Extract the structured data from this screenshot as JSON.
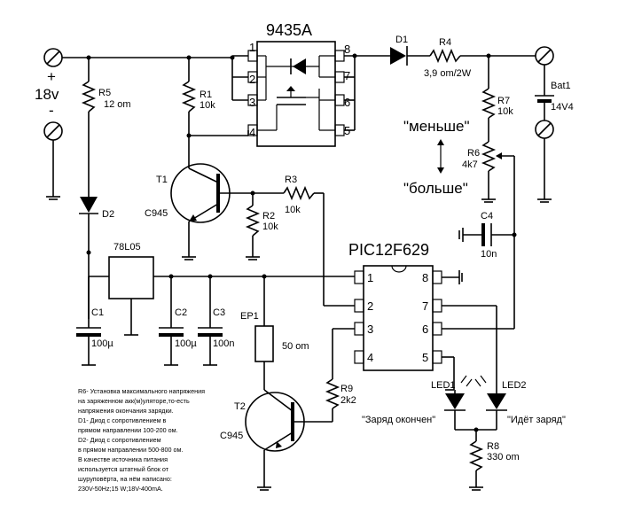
{
  "supply": {
    "plus": "+",
    "minus": "-",
    "voltage": "18v"
  },
  "mosfet": {
    "name": "9435A",
    "pins": [
      "1",
      "2",
      "3",
      "4",
      "5",
      "6",
      "7",
      "8"
    ]
  },
  "mcu": {
    "name": "PIC12F629",
    "pins": [
      "1",
      "2",
      "3",
      "4",
      "5",
      "6",
      "7",
      "8"
    ]
  },
  "regulator": {
    "name": "78L05"
  },
  "components": {
    "R1": {
      "ref": "R1",
      "value": "10k"
    },
    "R2": {
      "ref": "R2",
      "value": "10k"
    },
    "R3": {
      "ref": "R3",
      "value": "10k"
    },
    "R4": {
      "ref": "R4",
      "value": "3,9 om/2W"
    },
    "R5": {
      "ref": "R5",
      "value": "12 om"
    },
    "R6": {
      "ref": "R6",
      "value": "4k7"
    },
    "R7": {
      "ref": "R7",
      "value": "10k"
    },
    "R8": {
      "ref": "R8",
      "value": "330 om"
    },
    "R9": {
      "ref": "R9",
      "value": "2k2"
    },
    "C1": {
      "ref": "C1",
      "value": "100µ"
    },
    "C2": {
      "ref": "C2",
      "value": "100µ"
    },
    "C3": {
      "ref": "C3",
      "value": "100n"
    },
    "C4": {
      "ref": "C4",
      "value": "10n"
    },
    "D1": {
      "ref": "D1"
    },
    "D2": {
      "ref": "D2"
    },
    "T1": {
      "ref": "T1",
      "type": "C945"
    },
    "T2": {
      "ref": "T2",
      "type": "C945"
    },
    "EP1": {
      "ref": "EP1",
      "value": "50 om"
    },
    "Bat1": {
      "ref": "Bat1",
      "value": "14V4"
    },
    "LED1": {
      "ref": "LED1",
      "caption": "\"Заряд окончен\""
    },
    "LED2": {
      "ref": "LED2",
      "caption": "\"Идёт заряд\""
    }
  },
  "trim": {
    "less": "\"меньше\"",
    "more": "\"больше\""
  },
  "notes": [
    "R6- Установка максимального напряжения",
    "на заряженном акк(м)уляторе,то-есть",
    "напряжения окончания зарядки.",
    "D1- Диод с сопротивлением в",
    "прямом направлении 100-200 ом.",
    "D2- Диод с сопротивлением",
    "в прямом направлении 500-800 ом.",
    "В качестве источника питания",
    "используется штатный блок от",
    "шуруповёрта, на нём написано:",
    "230V-50Hz;15 W;18V-400mA."
  ]
}
